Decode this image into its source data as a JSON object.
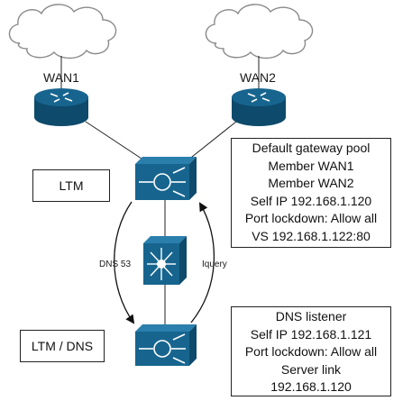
{
  "wan_labels": [
    "WAN1",
    "WAN2"
  ],
  "roles": {
    "ltm": "LTM",
    "ltm_dns": "LTM / DNS"
  },
  "link_labels": {
    "dns": "DNS 53",
    "iquery": "Iquery"
  },
  "ltm_info": [
    "Default gateway pool",
    "Member WAN1",
    "Member WAN2",
    "Self IP 192.168.1.120",
    "Port lockdown: Allow all",
    "VS 192.168.1.122:80"
  ],
  "dns_info": [
    "DNS listener",
    "Self IP 192.168.1.121",
    "Port lockdown: Allow all",
    "Server link",
    "192.168.1.120"
  ],
  "colors": {
    "device_fill": "#17658f",
    "device_dark": "#0e4a6b",
    "line": "#222222"
  }
}
